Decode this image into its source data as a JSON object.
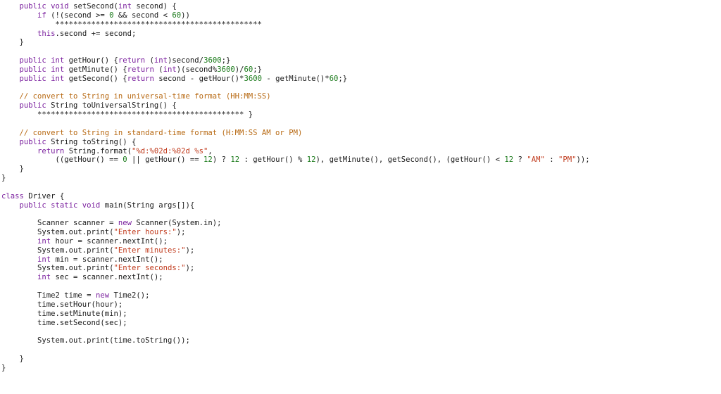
{
  "colors": {
    "keyword": "#7a1f9e",
    "number": "#1a7a1a",
    "string": "#c0391b",
    "comment": "#b86a14",
    "text": "#1a1a1a",
    "background": "#ffffff"
  },
  "code": {
    "lines": [
      [
        {
          "t": "kw",
          "v": "    public void "
        },
        {
          "t": "plain",
          "v": "setSecond("
        },
        {
          "t": "kw",
          "v": "int"
        },
        {
          "t": "plain",
          "v": " second) {"
        }
      ],
      [
        {
          "t": "plain",
          "v": "        "
        },
        {
          "t": "kw",
          "v": "if"
        },
        {
          "t": "plain",
          "v": " (!(second >= "
        },
        {
          "t": "num",
          "v": "0"
        },
        {
          "t": "plain",
          "v": " && second < "
        },
        {
          "t": "num",
          "v": "60"
        },
        {
          "t": "plain",
          "v": "))"
        }
      ],
      [
        {
          "t": "plain",
          "v": "            **********************************************"
        }
      ],
      [
        {
          "t": "plain",
          "v": "        "
        },
        {
          "t": "kw",
          "v": "this"
        },
        {
          "t": "plain",
          "v": ".second += second;"
        }
      ],
      [
        {
          "t": "plain",
          "v": "    }"
        }
      ],
      [
        {
          "t": "plain",
          "v": ""
        }
      ],
      [
        {
          "t": "kw",
          "v": "    public int "
        },
        {
          "t": "plain",
          "v": "getHour() {"
        },
        {
          "t": "kw",
          "v": "return"
        },
        {
          "t": "plain",
          "v": " ("
        },
        {
          "t": "kw",
          "v": "int"
        },
        {
          "t": "plain",
          "v": ")second/"
        },
        {
          "t": "num",
          "v": "3600"
        },
        {
          "t": "plain",
          "v": ";}"
        }
      ],
      [
        {
          "t": "kw",
          "v": "    public int "
        },
        {
          "t": "plain",
          "v": "getMinute() {"
        },
        {
          "t": "kw",
          "v": "return"
        },
        {
          "t": "plain",
          "v": " ("
        },
        {
          "t": "kw",
          "v": "int"
        },
        {
          "t": "plain",
          "v": ")(second%"
        },
        {
          "t": "num",
          "v": "3600"
        },
        {
          "t": "plain",
          "v": ")/"
        },
        {
          "t": "num",
          "v": "60"
        },
        {
          "t": "plain",
          "v": ";}"
        }
      ],
      [
        {
          "t": "kw",
          "v": "    public int "
        },
        {
          "t": "plain",
          "v": "getSecond() {"
        },
        {
          "t": "kw",
          "v": "return"
        },
        {
          "t": "plain",
          "v": " second - getHour()*"
        },
        {
          "t": "num",
          "v": "3600"
        },
        {
          "t": "plain",
          "v": " - getMinute()*"
        },
        {
          "t": "num",
          "v": "60"
        },
        {
          "t": "plain",
          "v": ";}"
        }
      ],
      [
        {
          "t": "plain",
          "v": ""
        }
      ],
      [
        {
          "t": "com",
          "v": "    // convert to String in universal-time format (HH:MM:SS)"
        }
      ],
      [
        {
          "t": "kw",
          "v": "    public "
        },
        {
          "t": "plain",
          "v": "String toUniversalString() {"
        }
      ],
      [
        {
          "t": "plain",
          "v": "        ********************************************** }"
        }
      ],
      [
        {
          "t": "plain",
          "v": ""
        }
      ],
      [
        {
          "t": "com",
          "v": "    // convert to String in standard-time format (H:MM:SS AM or PM)"
        }
      ],
      [
        {
          "t": "kw",
          "v": "    public "
        },
        {
          "t": "plain",
          "v": "String toString() {"
        }
      ],
      [
        {
          "t": "plain",
          "v": "        "
        },
        {
          "t": "kw",
          "v": "return"
        },
        {
          "t": "plain",
          "v": " String.format("
        },
        {
          "t": "str",
          "v": "\"%d:%02d:%02d %s\""
        },
        {
          "t": "plain",
          "v": ","
        }
      ],
      [
        {
          "t": "plain",
          "v": "            ((getHour() == "
        },
        {
          "t": "num",
          "v": "0"
        },
        {
          "t": "plain",
          "v": " || getHour() == "
        },
        {
          "t": "num",
          "v": "12"
        },
        {
          "t": "plain",
          "v": ") ? "
        },
        {
          "t": "num",
          "v": "12"
        },
        {
          "t": "plain",
          "v": " : getHour() % "
        },
        {
          "t": "num",
          "v": "12"
        },
        {
          "t": "plain",
          "v": "), getMinute(), getSecond(), (getHour() < "
        },
        {
          "t": "num",
          "v": "12"
        },
        {
          "t": "plain",
          "v": " ? "
        },
        {
          "t": "str",
          "v": "\"AM\""
        },
        {
          "t": "plain",
          "v": " : "
        },
        {
          "t": "str",
          "v": "\"PM\""
        },
        {
          "t": "plain",
          "v": "));"
        }
      ],
      [
        {
          "t": "plain",
          "v": "    }"
        }
      ],
      [
        {
          "t": "plain",
          "v": "}"
        }
      ],
      [
        {
          "t": "plain",
          "v": ""
        }
      ],
      [
        {
          "t": "kw",
          "v": "class "
        },
        {
          "t": "plain",
          "v": "Driver {"
        }
      ],
      [
        {
          "t": "kw",
          "v": "    public static void "
        },
        {
          "t": "plain",
          "v": "main(String args[]){"
        }
      ],
      [
        {
          "t": "plain",
          "v": ""
        }
      ],
      [
        {
          "t": "plain",
          "v": "        Scanner scanner = "
        },
        {
          "t": "kw",
          "v": "new"
        },
        {
          "t": "plain",
          "v": " Scanner(System.in);"
        }
      ],
      [
        {
          "t": "plain",
          "v": "        System.out.print("
        },
        {
          "t": "str",
          "v": "\"Enter hours:\""
        },
        {
          "t": "plain",
          "v": ");"
        }
      ],
      [
        {
          "t": "plain",
          "v": "        "
        },
        {
          "t": "kw",
          "v": "int"
        },
        {
          "t": "plain",
          "v": " hour = scanner.nextInt();"
        }
      ],
      [
        {
          "t": "plain",
          "v": "        System.out.print("
        },
        {
          "t": "str",
          "v": "\"Enter minutes:\""
        },
        {
          "t": "plain",
          "v": ");"
        }
      ],
      [
        {
          "t": "plain",
          "v": "        "
        },
        {
          "t": "kw",
          "v": "int"
        },
        {
          "t": "plain",
          "v": " min = scanner.nextInt();"
        }
      ],
      [
        {
          "t": "plain",
          "v": "        System.out.print("
        },
        {
          "t": "str",
          "v": "\"Enter seconds:\""
        },
        {
          "t": "plain",
          "v": ");"
        }
      ],
      [
        {
          "t": "plain",
          "v": "        "
        },
        {
          "t": "kw",
          "v": "int"
        },
        {
          "t": "plain",
          "v": " sec = scanner.nextInt();"
        }
      ],
      [
        {
          "t": "plain",
          "v": ""
        }
      ],
      [
        {
          "t": "plain",
          "v": "        Time2 time = "
        },
        {
          "t": "kw",
          "v": "new"
        },
        {
          "t": "plain",
          "v": " Time2();"
        }
      ],
      [
        {
          "t": "plain",
          "v": "        time.setHour(hour);"
        }
      ],
      [
        {
          "t": "plain",
          "v": "        time.setMinute(min);"
        }
      ],
      [
        {
          "t": "plain",
          "v": "        time.setSecond(sec);"
        }
      ],
      [
        {
          "t": "plain",
          "v": ""
        }
      ],
      [
        {
          "t": "plain",
          "v": "        System.out.print(time.toString());"
        }
      ],
      [
        {
          "t": "plain",
          "v": ""
        }
      ],
      [
        {
          "t": "plain",
          "v": "    }"
        }
      ],
      [
        {
          "t": "plain",
          "v": "}"
        }
      ]
    ]
  }
}
